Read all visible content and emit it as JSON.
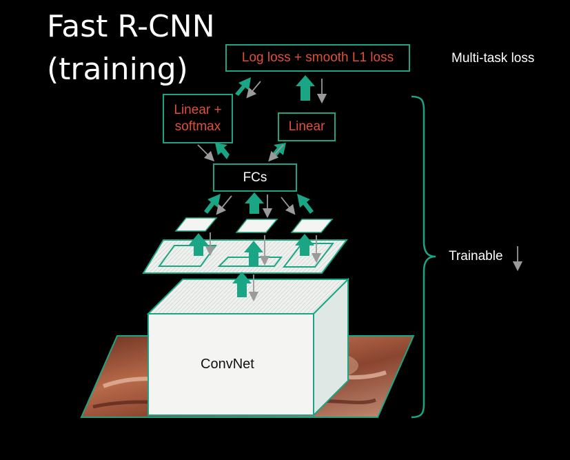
{
  "title": {
    "line1": "Fast R-CNN",
    "line2": "(training)"
  },
  "loss_box": {
    "label": "Log loss + smooth L1 loss"
  },
  "multitask_label": "Multi-task loss",
  "linear_softmax_box": {
    "line1": "Linear +",
    "line2": "softmax"
  },
  "linear_box": {
    "label": "Linear"
  },
  "fcs_box": {
    "label": "FCs"
  },
  "trainable_label": "Trainable",
  "convnet_label": "ConvNet",
  "colors": {
    "teal": "#1aa584",
    "red_text": "#e0503a",
    "gray_arrow": "#9a9a9a",
    "background": "#000000"
  },
  "icons": [
    "up-arrow-icon",
    "down-arrow-icon",
    "brace-icon"
  ]
}
